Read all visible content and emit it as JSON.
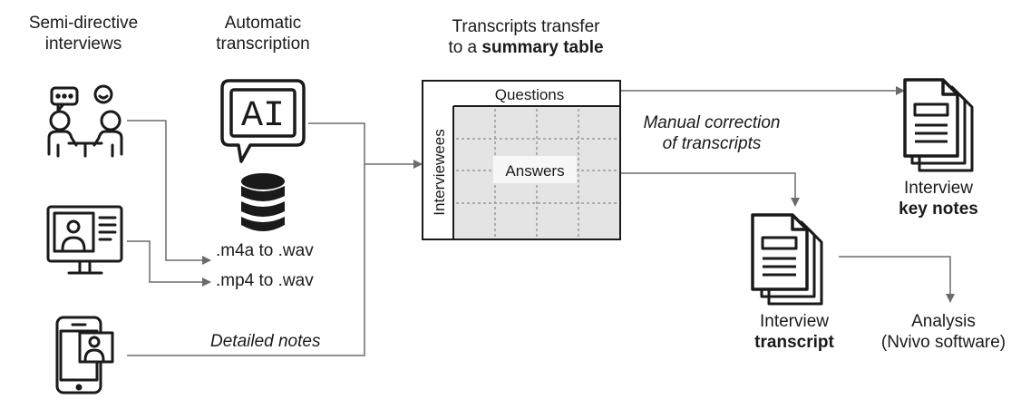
{
  "headings": {
    "interviews": [
      "Semi-directive",
      "interviews"
    ],
    "transcription": [
      "Automatic",
      "transcription"
    ],
    "transfer_line1": "Transcripts transfer",
    "transfer_prefix": "to a ",
    "transfer_bold": "summary table"
  },
  "ai_icon_text": "AI",
  "conversions": [
    ".m4a to .wav",
    ".mp4 to .wav"
  ],
  "detailed_notes": "Detailed notes",
  "table": {
    "questions": "Questions",
    "interviewees": "Interviewees",
    "answers": "Answers"
  },
  "manual_correction": [
    "Manual correction",
    "of transcripts"
  ],
  "key_notes": {
    "line1": "Interview",
    "line2": "key notes"
  },
  "transcript": {
    "line1": "Interview",
    "line2": "transcript"
  },
  "analysis": {
    "line1": "Analysis",
    "line2": "(Nvivo software)"
  },
  "colors": {
    "stroke": "#1a1a1a",
    "arrow": "#6b6b6b",
    "table_fill": "#e4e4e4"
  }
}
